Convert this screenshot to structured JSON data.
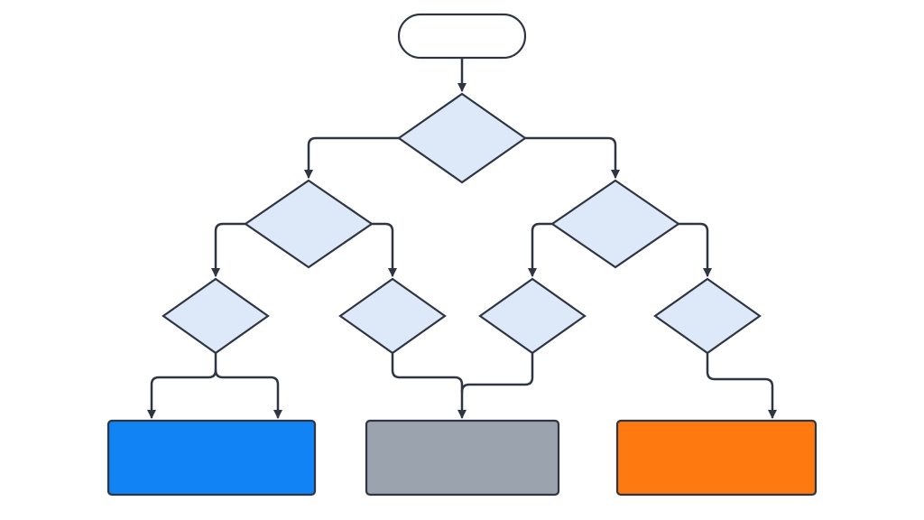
{
  "diagram": {
    "type": "decision-tree-flowchart",
    "nodes": [
      {
        "id": "start",
        "shape": "terminator",
        "label": ""
      },
      {
        "id": "d-root",
        "shape": "decision",
        "label": ""
      },
      {
        "id": "d-left",
        "shape": "decision",
        "label": ""
      },
      {
        "id": "d-right",
        "shape": "decision",
        "label": ""
      },
      {
        "id": "d-left-left",
        "shape": "decision",
        "label": ""
      },
      {
        "id": "d-left-right",
        "shape": "decision",
        "label": ""
      },
      {
        "id": "d-right-left",
        "shape": "decision",
        "label": ""
      },
      {
        "id": "d-right-right",
        "shape": "decision",
        "label": ""
      },
      {
        "id": "outcome-blue",
        "shape": "process",
        "label": ""
      },
      {
        "id": "outcome-gray",
        "shape": "process",
        "label": ""
      },
      {
        "id": "outcome-orange",
        "shape": "process",
        "label": ""
      }
    ],
    "edges": [
      {
        "from": "start",
        "to": "d-root"
      },
      {
        "from": "d-root",
        "to": "d-left"
      },
      {
        "from": "d-root",
        "to": "d-right"
      },
      {
        "from": "d-left",
        "to": "d-left-left"
      },
      {
        "from": "d-left",
        "to": "d-left-right"
      },
      {
        "from": "d-right",
        "to": "d-right-left"
      },
      {
        "from": "d-right",
        "to": "d-right-right"
      },
      {
        "from": "d-left-left",
        "to": "outcome-blue"
      },
      {
        "from": "d-left-left",
        "to": "outcome-blue"
      },
      {
        "from": "d-left-right",
        "to": "outcome-gray"
      },
      {
        "from": "d-right-left",
        "to": "outcome-gray"
      },
      {
        "from": "d-right-right",
        "to": "outcome-orange"
      }
    ]
  },
  "colors": {
    "background": "#ffffff",
    "stroke": "#2f3542",
    "decision_fill": "#dde9f9",
    "terminator_fill": "#ffffff",
    "outcome_blue": "#1183f5",
    "outcome_gray": "#9ba3ae",
    "outcome_orange": "#fe7a11"
  }
}
